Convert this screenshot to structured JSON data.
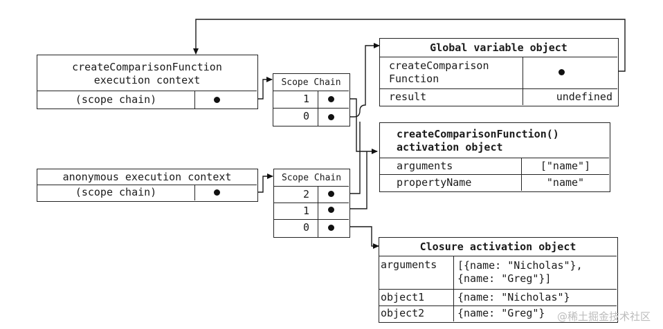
{
  "create_context": {
    "title_line1": "createComparisonFunction",
    "title_line2": "execution context",
    "scope_chain_label": "(scope chain)"
  },
  "anon_context": {
    "title": "anonymous execution context",
    "scope_chain_label": "(scope chain)"
  },
  "scope_chain_1": {
    "header": "Scope Chain",
    "rows": [
      "1",
      "0"
    ]
  },
  "scope_chain_2": {
    "header": "Scope Chain",
    "rows": [
      "2",
      "1",
      "0"
    ]
  },
  "global_object": {
    "title": "Global variable object",
    "rows": [
      {
        "key": "createComparison\nFunction",
        "value": ""
      },
      {
        "key": "result",
        "value": "undefined"
      }
    ]
  },
  "activation_object": {
    "title_line1": "createComparisonFunction()",
    "title_line2": "activation object",
    "rows": [
      {
        "key": "arguments",
        "value": "[\"name\"]"
      },
      {
        "key": "propertyName",
        "value": "\"name\""
      }
    ]
  },
  "closure_object": {
    "title": "Closure activation object",
    "rows": [
      {
        "key": "arguments",
        "value": "[{name: \"Nicholas\"},\n{name: \"Greg\"}]"
      },
      {
        "key": "object1",
        "value": "{name: \"Nicholas\"}"
      },
      {
        "key": "object2",
        "value": "{name: \"Greg\"}"
      }
    ]
  },
  "watermark": "@稀土掘金技术社区"
}
